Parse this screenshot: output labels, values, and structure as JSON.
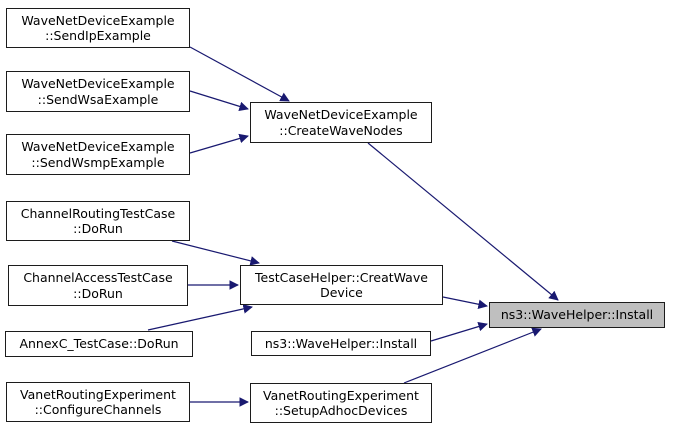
{
  "diagram": {
    "type": "call-graph",
    "background_color": "#ffffff",
    "edge_color": "#191970",
    "node_border_color": "#1c1c1c",
    "node_fill_color": "#ffffff",
    "highlight_fill_color": "#bfbfbf",
    "nodes": [
      {
        "id": "send-ip",
        "label": "WaveNetDeviceExample\n::SendIpExample",
        "highlighted": false
      },
      {
        "id": "send-wsa",
        "label": "WaveNetDeviceExample\n::SendWsaExample",
        "highlighted": false
      },
      {
        "id": "send-wsmp",
        "label": "WaveNetDeviceExample\n::SendWsmpExample",
        "highlighted": false
      },
      {
        "id": "channel-routing",
        "label": "ChannelRoutingTestCase\n::DoRun",
        "highlighted": false
      },
      {
        "id": "channel-access",
        "label": "ChannelAccessTestCase\n::DoRun",
        "highlighted": false
      },
      {
        "id": "annexc",
        "label": "AnnexC_TestCase::DoRun",
        "highlighted": false
      },
      {
        "id": "configure-chan",
        "label": "VanetRoutingExperiment\n::ConfigureChannels",
        "highlighted": false
      },
      {
        "id": "create-wave",
        "label": "WaveNetDeviceExample\n::CreateWaveNodes",
        "highlighted": false
      },
      {
        "id": "creat-device",
        "label": "TestCaseHelper::CreatWave\nDevice",
        "highlighted": false
      },
      {
        "id": "install-mid",
        "label": "ns3::WaveHelper::Install",
        "highlighted": false
      },
      {
        "id": "setup-adhoc",
        "label": "VanetRoutingExperiment\n::SetupAdhocDevices",
        "highlighted": false
      },
      {
        "id": "install-main",
        "label": "ns3::WaveHelper::Install",
        "highlighted": true
      }
    ],
    "edges": [
      {
        "from": "send-ip",
        "to": "create-wave"
      },
      {
        "from": "send-wsa",
        "to": "create-wave"
      },
      {
        "from": "send-wsmp",
        "to": "create-wave"
      },
      {
        "from": "create-wave",
        "to": "install-main"
      },
      {
        "from": "channel-routing",
        "to": "creat-device"
      },
      {
        "from": "channel-access",
        "to": "creat-device"
      },
      {
        "from": "annexc",
        "to": "creat-device"
      },
      {
        "from": "creat-device",
        "to": "install-main"
      },
      {
        "from": "install-mid",
        "to": "install-main"
      },
      {
        "from": "setup-adhoc",
        "to": "install-main"
      },
      {
        "from": "configure-chan",
        "to": "setup-adhoc"
      }
    ]
  }
}
